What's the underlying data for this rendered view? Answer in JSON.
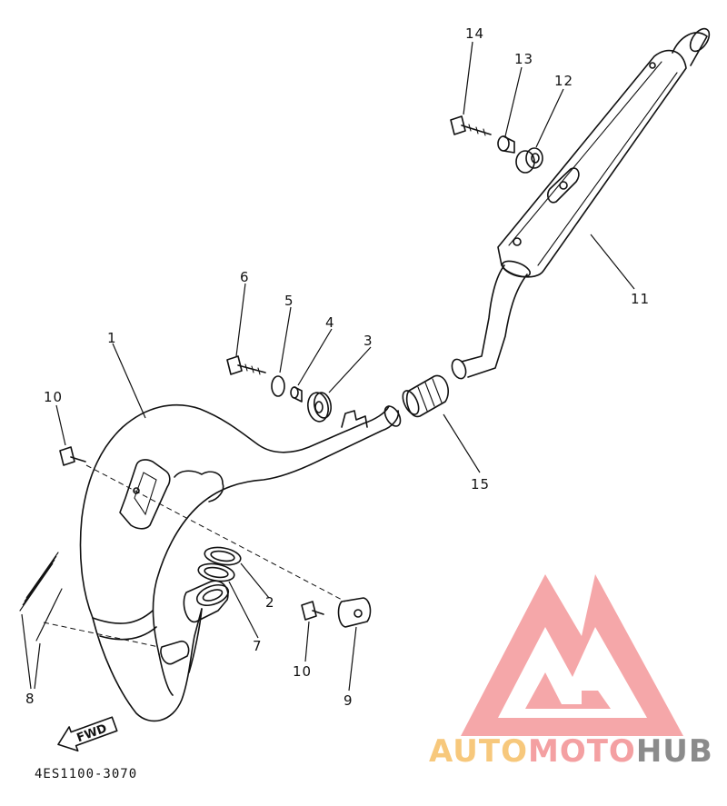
{
  "diagram": {
    "callouts": {
      "c1": "1",
      "c2": "2",
      "c3": "3",
      "c4": "4",
      "c5": "5",
      "c6": "6",
      "c7": "7",
      "c8": "8",
      "c9": "9",
      "c10a": "10",
      "c10b": "10",
      "c11": "11",
      "c12": "12",
      "c13": "13",
      "c14": "14",
      "c15": "15"
    },
    "fwd_label": "FWD",
    "part_code": "4ES1100-3070"
  },
  "watermark": {
    "word1": "AUTO",
    "word2": "MOTO",
    "word3": "HUB",
    "colors": {
      "orange": "#f7c87c",
      "pink": "#f4a0a2",
      "gray": "#8b8b8b",
      "logo": "#f5a3a5"
    }
  }
}
